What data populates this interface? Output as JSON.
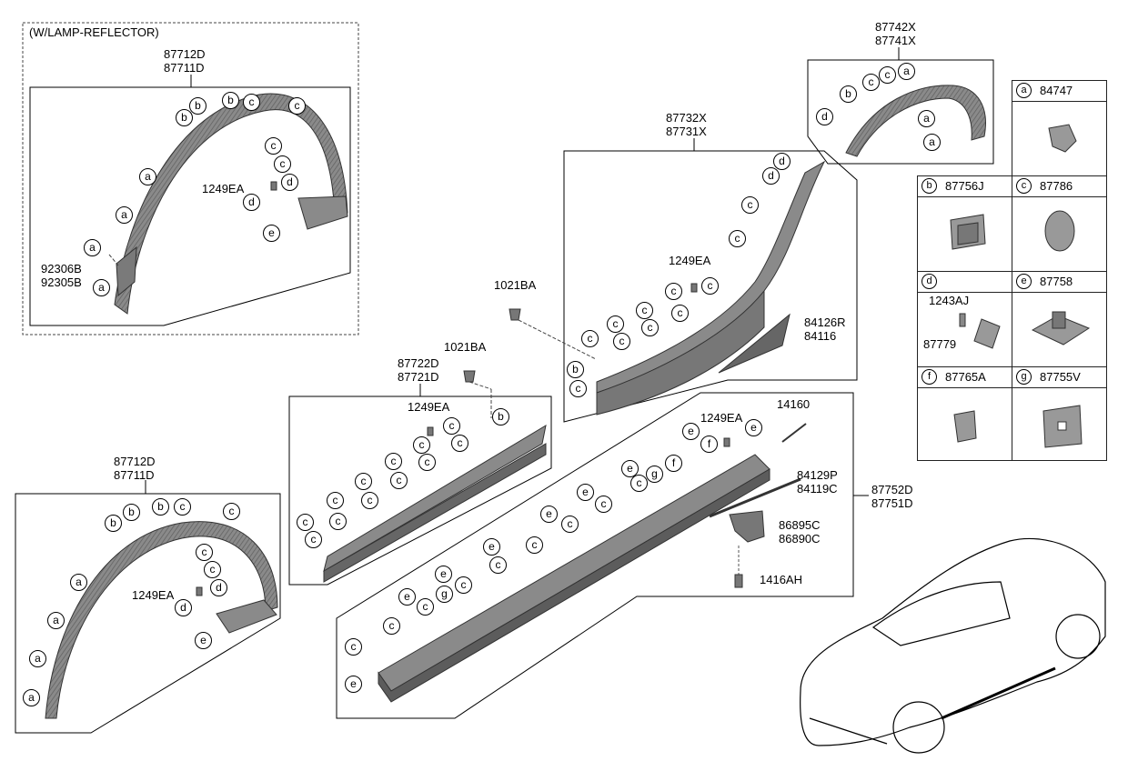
{
  "title_note": "(W/LAMP-REFLECTOR)",
  "assemblies": {
    "front_arch_lamp": [
      "87712D",
      "87711D"
    ],
    "front_arch": [
      "87712D",
      "87711D"
    ],
    "rear_arch": [
      "87742X",
      "87741X"
    ],
    "quarter_trim": [
      "87732X",
      "87731X"
    ],
    "door_trim": [
      "87722D",
      "87721D"
    ],
    "side_sill": [
      "87752D",
      "87751D"
    ]
  },
  "parts": {
    "screw": "1249EA",
    "rivet_a": "1021BA",
    "rivet_b": "1021BA",
    "reflector": [
      "92306B",
      "92305B"
    ],
    "sill_end": [
      "84126R",
      "84116"
    ],
    "sill_strip": [
      "84129P",
      "84119C"
    ],
    "bracket": [
      "86895C",
      "86890C"
    ],
    "pin": "14160",
    "bolt": "1416AH"
  },
  "callout_letters": {
    "a": "a",
    "b": "b",
    "c": "c",
    "d": "d",
    "e": "e",
    "f": "f",
    "g": "g"
  },
  "legend": [
    {
      "letter": "a",
      "part": "84747"
    },
    {
      "letter": "b",
      "part": "87756J"
    },
    {
      "letter": "c",
      "part": "87786"
    },
    {
      "letter": "d",
      "part": "",
      "sub1": "1243AJ",
      "sub2": "87779"
    },
    {
      "letter": "e",
      "part": "87758"
    },
    {
      "letter": "f",
      "part": "87765A"
    },
    {
      "letter": "g",
      "part": "87755V"
    }
  ],
  "colors": {
    "part_fill": "#8a8a8a",
    "part_dark": "#5c5c5c",
    "line": "#000000"
  }
}
